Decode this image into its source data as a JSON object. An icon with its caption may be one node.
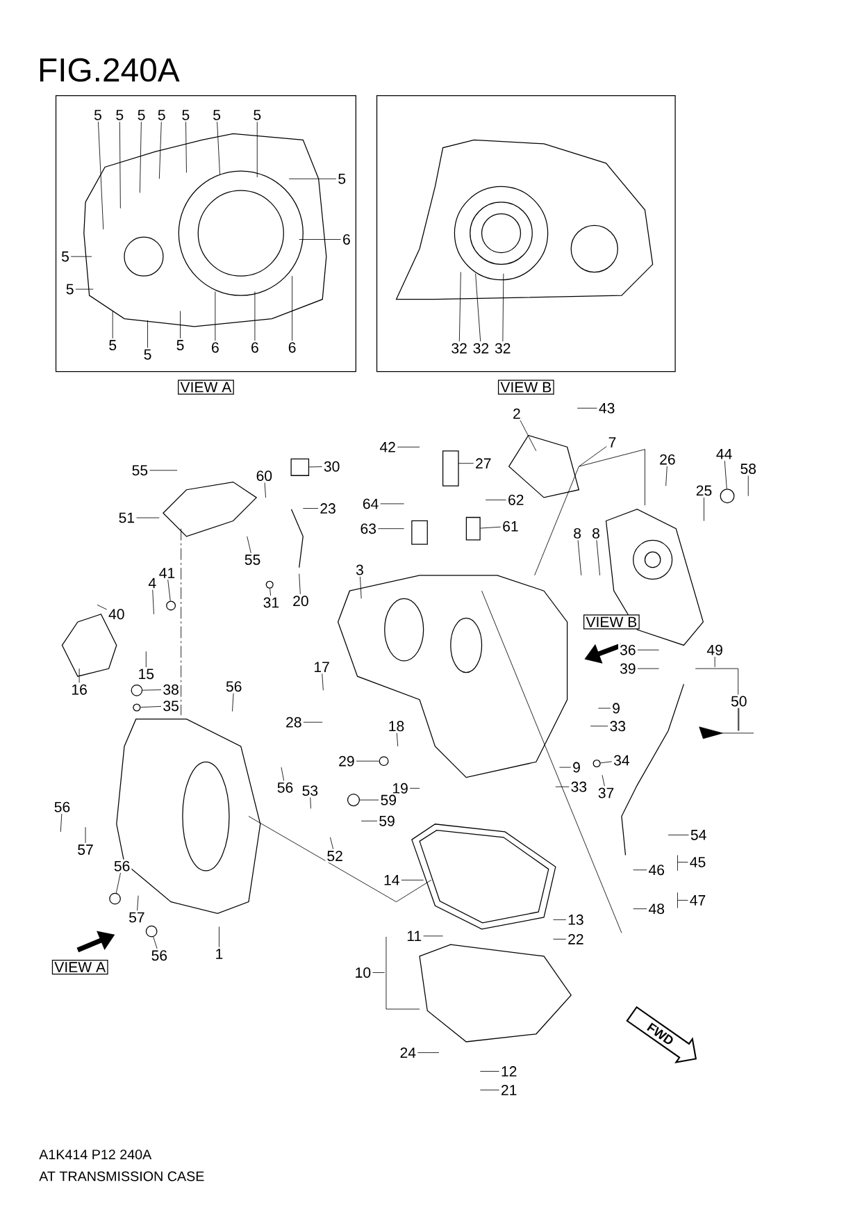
{
  "diagram": {
    "title": "FIG.240A",
    "nodes": [
      {
        "text": [
          "5"
        ]
      },
      {
        "text": [
          "5"
        ]
      },
      {
        "text": [
          "5"
        ]
      },
      {
        "text": [
          "5"
        ]
      },
      {
        "text": [
          "5"
        ]
      },
      {
        "text": [
          "5"
        ]
      },
      {
        "text": [
          "5"
        ]
      },
      {
        "text": [
          "5"
        ]
      },
      {
        "text": [
          "6"
        ]
      },
      {
        "text": [
          "5"
        ]
      },
      {
        "text": [
          "5"
        ]
      },
      {
        "text": [
          "5"
        ]
      },
      {
        "text": [
          "5"
        ]
      },
      {
        "text": [
          "5"
        ]
      },
      {
        "text": [
          "6"
        ]
      },
      {
        "text": [
          "6"
        ]
      },
      {
        "text": [
          "6"
        ]
      },
      {
        "text": [
          "32"
        ]
      },
      {
        "text": [
          "32"
        ]
      },
      {
        "text": [
          "32"
        ]
      },
      {
        "text": [
          "VIEW A"
        ]
      },
      {
        "text": [
          "VIEW B"
        ]
      },
      {
        "text": [
          "2"
        ]
      },
      {
        "text": [
          "43"
        ]
      },
      {
        "text": [
          "7"
        ]
      },
      {
        "text": [
          "8"
        ]
      },
      {
        "text": [
          "8"
        ]
      },
      {
        "text": [
          "26"
        ]
      },
      {
        "text": [
          "44"
        ]
      },
      {
        "text": [
          "58"
        ]
      },
      {
        "text": [
          "25"
        ]
      },
      {
        "text": [
          "42"
        ]
      },
      {
        "text": [
          "27"
        ]
      },
      {
        "text": [
          "64"
        ]
      },
      {
        "text": [
          "62"
        ]
      },
      {
        "text": [
          "63"
        ]
      },
      {
        "text": [
          "61"
        ]
      },
      {
        "text": [
          "55"
        ]
      },
      {
        "text": [
          "30"
        ]
      },
      {
        "text": [
          "60"
        ]
      },
      {
        "text": [
          "23"
        ]
      },
      {
        "text": [
          "51"
        ]
      },
      {
        "text": [
          "55"
        ]
      },
      {
        "text": [
          "20"
        ]
      },
      {
        "text": [
          "31"
        ]
      },
      {
        "text": [
          "4"
        ]
      },
      {
        "text": [
          "41"
        ]
      },
      {
        "text": [
          "40"
        ]
      },
      {
        "text": [
          "15"
        ]
      },
      {
        "text": [
          "16"
        ]
      },
      {
        "text": [
          "3"
        ]
      },
      {
        "text": [
          "VIEW B"
        ]
      },
      {
        "text": [
          "36"
        ]
      },
      {
        "text": [
          "39"
        ]
      },
      {
        "text": [
          "49"
        ]
      },
      {
        "text": [
          "50"
        ]
      },
      {
        "text": [
          "17"
        ]
      },
      {
        "text": [
          "38"
        ]
      },
      {
        "text": [
          "35"
        ]
      },
      {
        "text": [
          "56"
        ]
      },
      {
        "text": [
          "9"
        ]
      },
      {
        "text": [
          "33"
        ]
      },
      {
        "text": [
          "28"
        ]
      },
      {
        "text": [
          "18"
        ]
      },
      {
        "text": [
          "29"
        ]
      },
      {
        "text": [
          "34"
        ]
      },
      {
        "text": [
          "9"
        ]
      },
      {
        "text": [
          "37"
        ]
      },
      {
        "text": [
          "33"
        ]
      },
      {
        "text": [
          "19"
        ]
      },
      {
        "text": [
          "56"
        ]
      },
      {
        "text": [
          "53"
        ]
      },
      {
        "text": [
          "59"
        ]
      },
      {
        "text": [
          "59"
        ]
      },
      {
        "text": [
          "56"
        ]
      },
      {
        "text": [
          "57"
        ]
      },
      {
        "text": [
          "52"
        ]
      },
      {
        "text": [
          "54"
        ]
      },
      {
        "text": [
          "45"
        ]
      },
      {
        "text": [
          "46"
        ]
      },
      {
        "text": [
          "14"
        ]
      },
      {
        "text": [
          "47"
        ]
      },
      {
        "text": [
          "48"
        ]
      },
      {
        "text": [
          "56"
        ]
      },
      {
        "text": [
          "57"
        ]
      },
      {
        "text": [
          "13"
        ]
      },
      {
        "text": [
          "22"
        ]
      },
      {
        "text": [
          "56"
        ]
      },
      {
        "text": [
          "1"
        ]
      },
      {
        "text": [
          "11"
        ]
      },
      {
        "text": [
          "10"
        ]
      },
      {
        "text": [
          "VIEW A"
        ]
      },
      {
        "text": [
          "FWD"
        ]
      },
      {
        "text": [
          "24"
        ]
      },
      {
        "text": [
          "12"
        ]
      },
      {
        "text": [
          "21"
        ]
      },
      {
        "text": [],
        "shape": "circle"
      },
      {
        "text": [],
        "shape": "box"
      },
      {
        "text": [],
        "shape": "box"
      },
      {
        "text": [],
        "shape": "circle"
      },
      {
        "text": [],
        "shape": "circle"
      },
      {
        "text": [],
        "shape": "circle"
      },
      {
        "text": [],
        "shape": "circle"
      },
      {
        "text": [],
        "shape": "circle"
      },
      {
        "text": [],
        "shape": "circle"
      },
      {
        "text": [],
        "shape": "circle"
      },
      {
        "text": [],
        "shape": "circle"
      },
      {
        "text": [],
        "shape": "circle"
      }
    ],
    "edges": [
      {
        "from": 0,
        "to": null,
        "arrow": "none"
      },
      {
        "from": 1,
        "to": null,
        "arrow": "none"
      },
      {
        "from": 2,
        "to": null,
        "arrow": "none"
      },
      {
        "from": 3,
        "to": null,
        "arrow": "none"
      },
      {
        "from": 4,
        "to": null,
        "arrow": "none"
      },
      {
        "from": 5,
        "to": null,
        "arrow": "none"
      },
      {
        "from": 6,
        "to": null,
        "arrow": "none"
      },
      {
        "from": 7,
        "to": null,
        "arrow": "none"
      },
      {
        "from": 8,
        "to": null,
        "arrow": "none"
      },
      {
        "from": 9,
        "to": null,
        "arrow": "none"
      },
      {
        "from": 10,
        "to": null,
        "arrow": "none"
      },
      {
        "from": 11,
        "to": null,
        "arrow": "none"
      },
      {
        "from": 12,
        "to": null,
        "arrow": "none"
      },
      {
        "from": 13,
        "to": null,
        "arrow": "none"
      },
      {
        "from": 14,
        "to": null,
        "arrow": "none"
      },
      {
        "from": 15,
        "to": null,
        "arrow": "none"
      },
      {
        "from": 16,
        "to": null,
        "arrow": "none"
      },
      {
        "from": 17,
        "to": null,
        "arrow": "none"
      },
      {
        "from": 18,
        "to": null,
        "arrow": "none"
      },
      {
        "from": 19,
        "to": null,
        "arrow": "none"
      },
      {
        "from": 22,
        "to": null,
        "arrow": "none"
      },
      {
        "from": 23,
        "to": null,
        "arrow": "none"
      },
      {
        "from": 24,
        "to": null,
        "arrow": "none"
      },
      {
        "from": 25,
        "to": null,
        "arrow": "none"
      },
      {
        "from": 26,
        "to": null,
        "arrow": "none"
      },
      {
        "from": 27,
        "to": null,
        "arrow": "none"
      },
      {
        "from": 28,
        "to": 96,
        "arrow": "none"
      },
      {
        "from": 29,
        "to": null,
        "arrow": "none"
      },
      {
        "from": 30,
        "to": null,
        "arrow": "none"
      },
      {
        "from": 31,
        "to": null,
        "arrow": "none"
      },
      {
        "from": 32,
        "to": null,
        "arrow": "none"
      },
      {
        "from": 33,
        "to": null,
        "arrow": "none"
      },
      {
        "from": 34,
        "to": null,
        "arrow": "none"
      },
      {
        "from": 35,
        "to": null,
        "arrow": "none"
      },
      {
        "from": 36,
        "to": 97,
        "arrow": "none"
      },
      {
        "from": 37,
        "to": null,
        "arrow": "none"
      },
      {
        "from": 38,
        "to": 98,
        "arrow": "none"
      },
      {
        "from": 39,
        "to": null,
        "arrow": "none"
      },
      {
        "from": 40,
        "to": null,
        "arrow": "none"
      },
      {
        "from": 41,
        "to": null,
        "arrow": "none"
      },
      {
        "from": 42,
        "to": null,
        "arrow": "none"
      },
      {
        "from": 43,
        "to": null,
        "arrow": "none"
      },
      {
        "from": 44,
        "to": 99,
        "arrow": "none"
      },
      {
        "from": 45,
        "to": null,
        "arrow": "none"
      },
      {
        "from": 46,
        "to": 100,
        "arrow": "none"
      },
      {
        "from": 47,
        "to": null,
        "arrow": "none"
      },
      {
        "from": 48,
        "to": null,
        "arrow": "none"
      },
      {
        "from": 49,
        "to": null,
        "arrow": "none"
      },
      {
        "from": 50,
        "to": null,
        "arrow": "none"
      },
      {
        "from": 52,
        "to": null,
        "arrow": "none"
      },
      {
        "from": 53,
        "to": null,
        "arrow": "none"
      },
      {
        "from": 54,
        "to": null,
        "arrow": "none"
      },
      {
        "from": 55,
        "to": null,
        "arrow": "none"
      },
      {
        "from": 56,
        "to": null,
        "arrow": "none"
      },
      {
        "from": 57,
        "to": 101,
        "arrow": "none"
      },
      {
        "from": 58,
        "to": 107,
        "arrow": "none"
      },
      {
        "from": 59,
        "to": null,
        "arrow": "none"
      },
      {
        "from": 60,
        "to": null,
        "arrow": "none"
      },
      {
        "from": 61,
        "to": null,
        "arrow": "none"
      },
      {
        "from": 62,
        "to": null,
        "arrow": "none"
      },
      {
        "from": 63,
        "to": null,
        "arrow": "none"
      },
      {
        "from": 64,
        "to": 102,
        "arrow": "none"
      },
      {
        "from": 65,
        "to": 103,
        "arrow": "none"
      },
      {
        "from": 66,
        "to": null,
        "arrow": "none"
      },
      {
        "from": 67,
        "to": null,
        "arrow": "none"
      },
      {
        "from": 68,
        "to": null,
        "arrow": "none"
      },
      {
        "from": 69,
        "to": null,
        "arrow": "none"
      },
      {
        "from": 70,
        "to": null,
        "arrow": "none"
      },
      {
        "from": 71,
        "to": null,
        "arrow": "none"
      },
      {
        "from": 72,
        "to": 104,
        "arrow": "none"
      },
      {
        "from": 73,
        "to": null,
        "arrow": "none"
      },
      {
        "from": 74,
        "to": null,
        "arrow": "none"
      },
      {
        "from": 75,
        "to": null,
        "arrow": "none"
      },
      {
        "from": 76,
        "to": null,
        "arrow": "none"
      },
      {
        "from": 77,
        "to": null,
        "arrow": "none"
      },
      {
        "from": 78,
        "to": null,
        "arrow": "none"
      },
      {
        "from": 79,
        "to": null,
        "arrow": "none"
      },
      {
        "from": 80,
        "to": null,
        "arrow": "none"
      },
      {
        "from": 81,
        "to": null,
        "arrow": "none"
      },
      {
        "from": 82,
        "to": null,
        "arrow": "none"
      },
      {
        "from": 83,
        "to": 105,
        "arrow": "none"
      },
      {
        "from": 84,
        "to": null,
        "arrow": "none"
      },
      {
        "from": 85,
        "to": null,
        "arrow": "none"
      },
      {
        "from": 86,
        "to": null,
        "arrow": "none"
      },
      {
        "from": 87,
        "to": 106,
        "arrow": "none"
      },
      {
        "from": 88,
        "to": null,
        "arrow": "none"
      },
      {
        "from": 89,
        "to": null,
        "arrow": "none"
      },
      {
        "from": 90,
        "to": null,
        "arrow": "none"
      },
      {
        "from": 93,
        "to": null,
        "arrow": "none"
      },
      {
        "from": 94,
        "to": null,
        "arrow": "none"
      },
      {
        "from": 95,
        "to": null,
        "arrow": "none"
      }
    ],
    "labels": [
      "A1K414 P12 240A",
      "AT TRANSMISSION CASE"
    ]
  }
}
